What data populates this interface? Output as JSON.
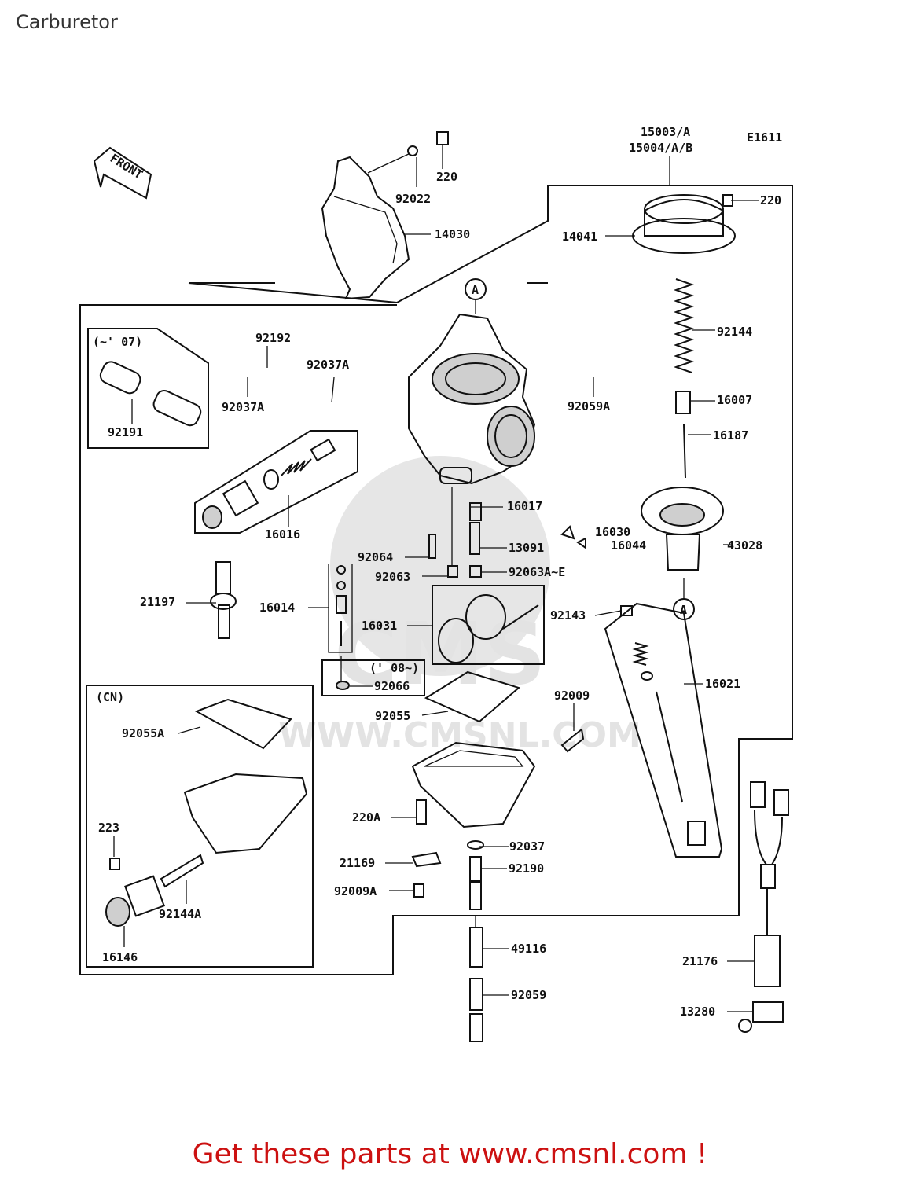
{
  "title": "Carburetor",
  "diagram_code": "E1611",
  "front_label": "FRONT",
  "callout_a": "A",
  "assembly_label": [
    "15003/A",
    "15004/A/B"
  ],
  "boxes": {
    "early_years": "(~' 07)",
    "late_years": "(' 08~)",
    "china": "(CN)"
  },
  "parts": [
    "220",
    "92022",
    "14030",
    "220",
    "14041",
    "92144",
    "16007",
    "16187",
    "92192",
    "92037A",
    "92037A",
    "92191",
    "92059A",
    "16016",
    "16017",
    "13091",
    "16030",
    "16044",
    "43028",
    "92064",
    "92063",
    "92063A~E",
    "21197",
    "16014",
    "16031",
    "92143",
    "16021",
    "92066",
    "92055",
    "92009",
    "92055A",
    "220A",
    "223",
    "21169",
    "92037",
    "92190",
    "92009A",
    "92144A",
    "16146",
    "49116",
    "21176",
    "13280",
    "92059"
  ],
  "watermark": {
    "brand": "CMS",
    "url": "WWW.CMSNL.COM"
  },
  "footer": "Get these parts at www.cmsnl.com !"
}
